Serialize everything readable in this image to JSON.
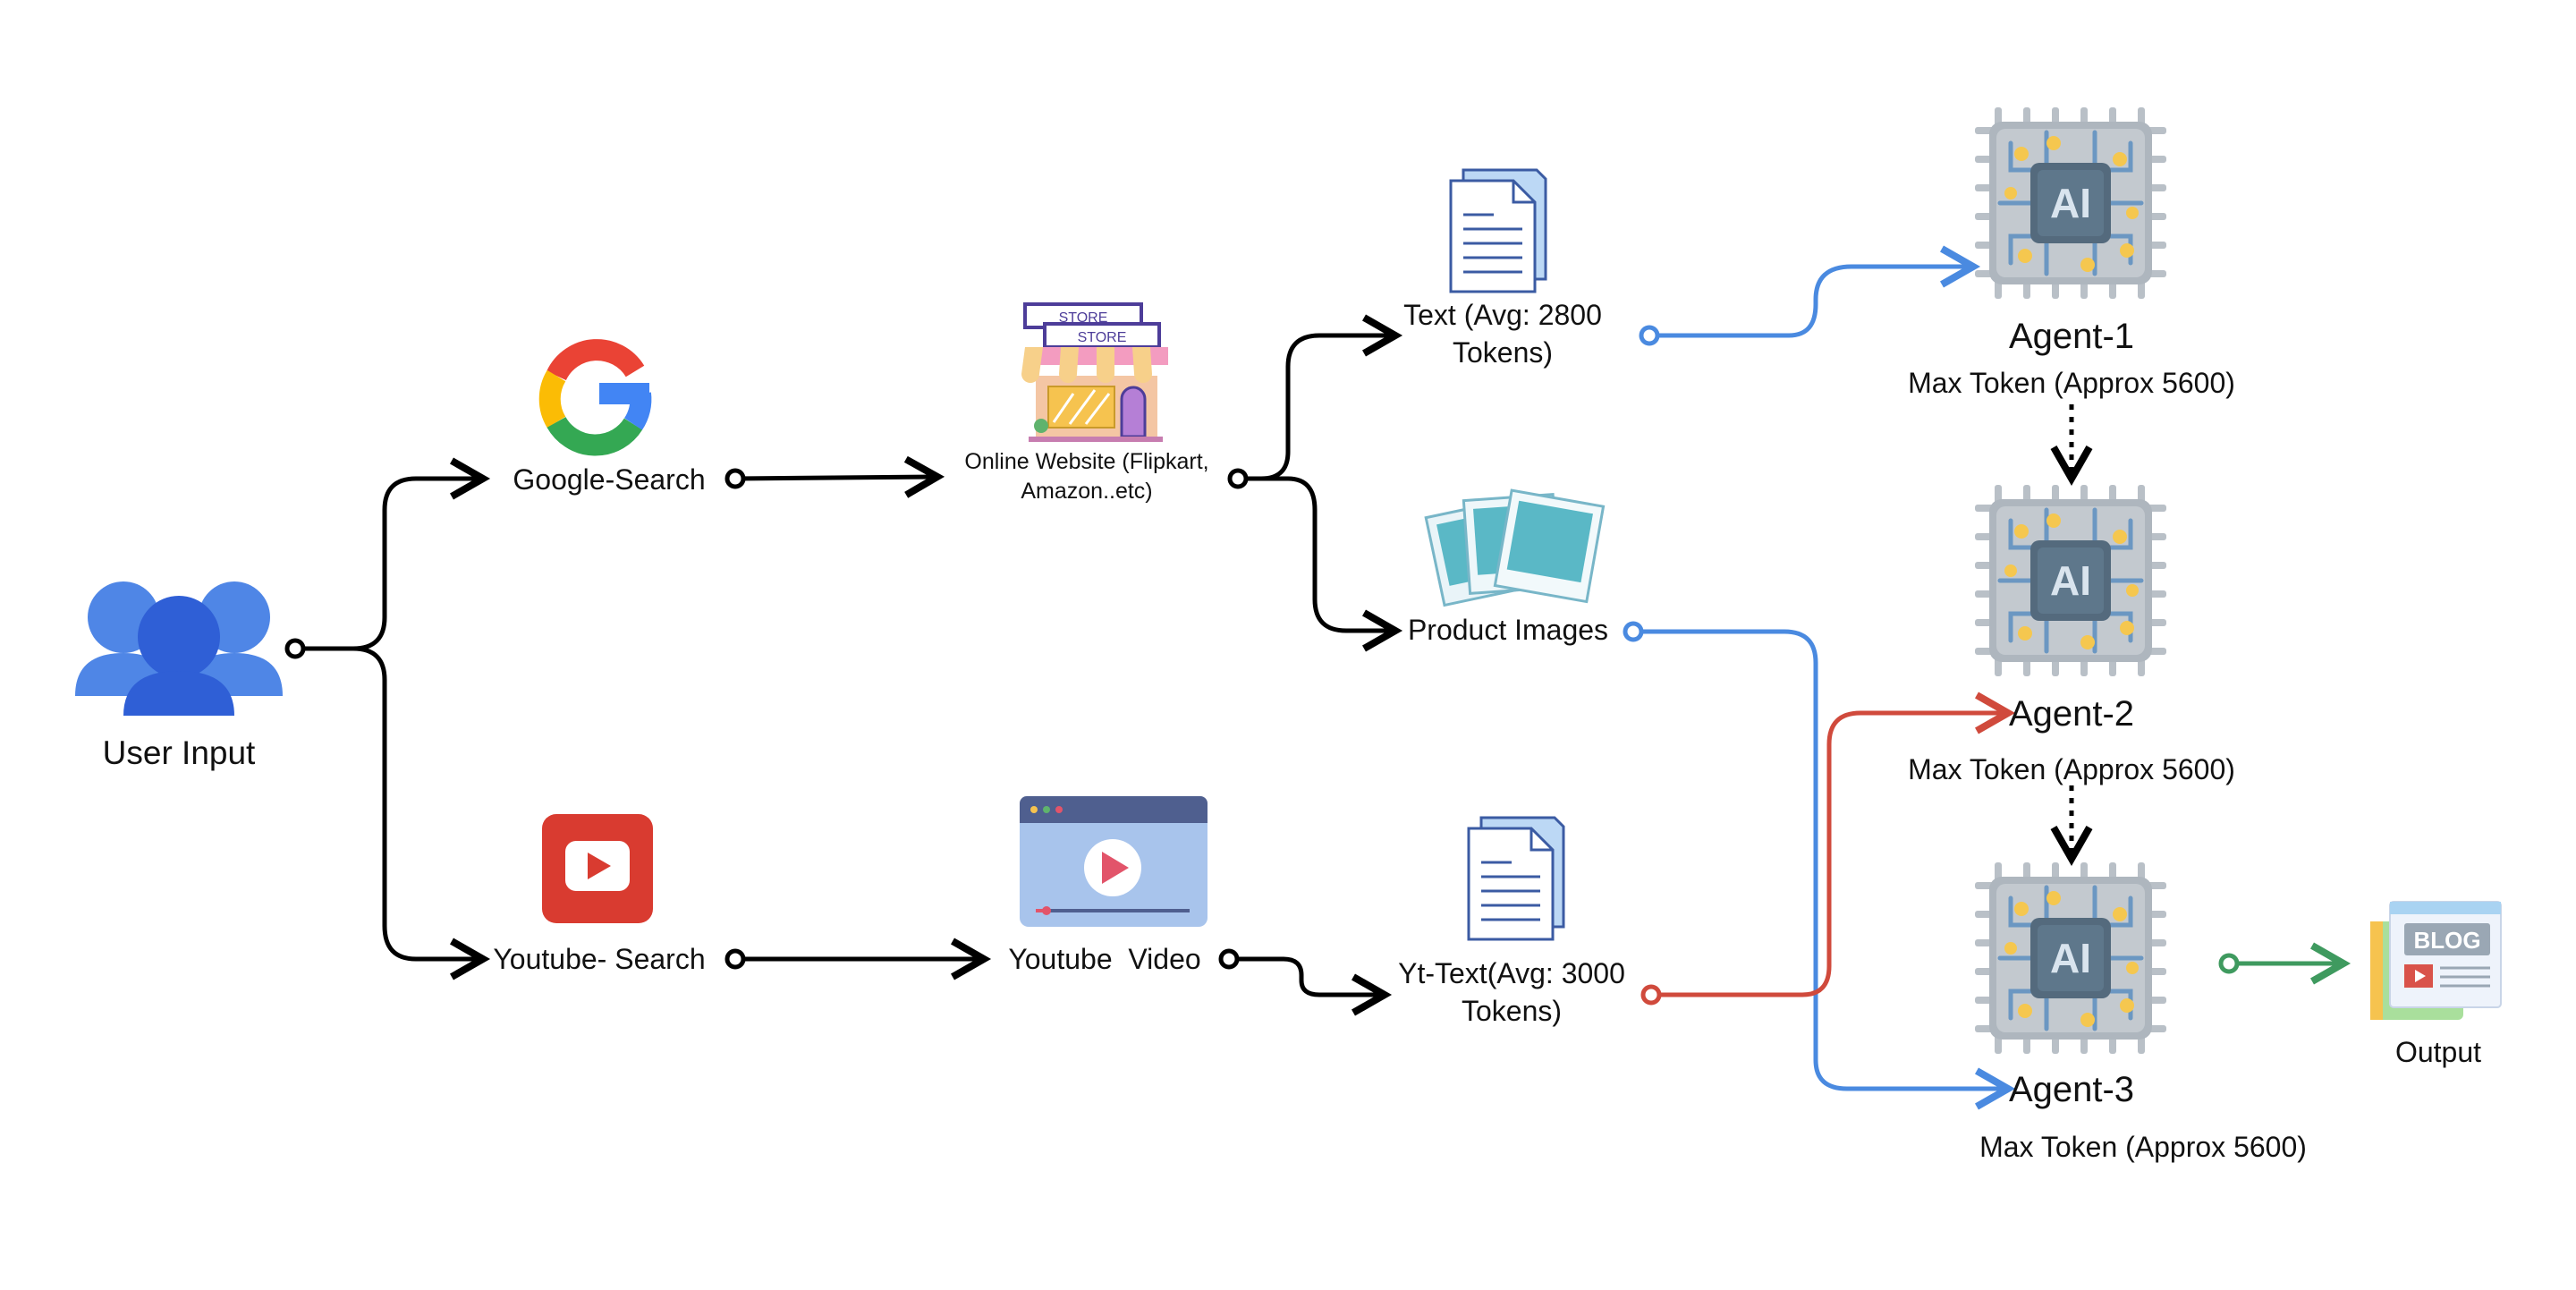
{
  "nodes": {
    "user_input": "User Input",
    "google_search": "Google-Search",
    "youtube_search": "Youtube- Search",
    "online_website_line1": "Online Website (Flipkart,",
    "online_website_line2": "Amazon..etc)",
    "youtube_video": "Youtube  Video",
    "text_line1": "Text (Avg: 2800",
    "text_line2": "Tokens)",
    "product_images": "Product Images",
    "yt_text_line1": "Yt-Text(Avg: 3000",
    "yt_text_line2": "Tokens)",
    "agent1_title": "Agent-1",
    "agent1_sub": "Max Token (Approx 5600)",
    "agent2_title": "Agent-2",
    "agent2_sub": "Max Token (Approx 5600)",
    "agent3_title": "Agent-3",
    "agent3_sub": "Max Token (Approx 5600)",
    "output": "Output"
  },
  "icons": {
    "store_sign_top": "STORE",
    "store_sign_bottom": "STORE",
    "chip_text": "AI",
    "blog_text": "BLOG"
  },
  "colors": {
    "black_connector": "#000000",
    "blue_connector": "#4a8ae0",
    "red_connector": "#d04a3c",
    "green_connector": "#3f9a5f",
    "user_icon": "#3a6fe0"
  }
}
